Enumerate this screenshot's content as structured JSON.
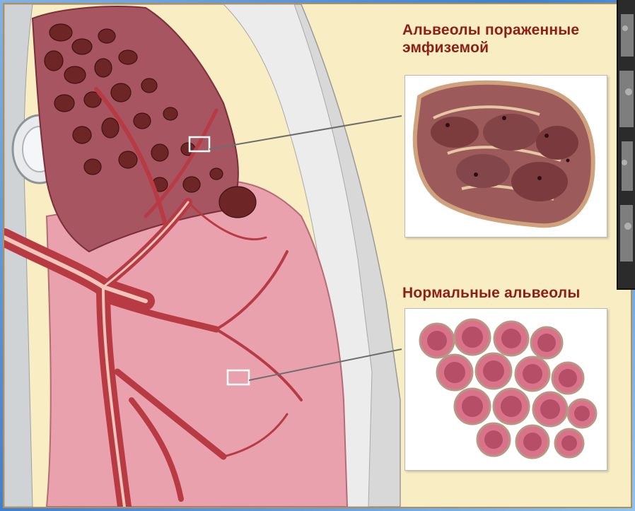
{
  "labels": {
    "emphysema_line1": "Альвеолы пораженные",
    "emphysema_line2": "эмфиземой",
    "normal": "Нормальные альвеолы"
  },
  "colors": {
    "background_panel": "#f8edc3",
    "label_text": "#8e1f14",
    "lung_tissue": "#e9a2ad",
    "bronchus": "#b83a43",
    "emphysema_cells": "#6e2525",
    "pleura": "#cfcfcf",
    "xray_strip": "#2b2b2b"
  }
}
